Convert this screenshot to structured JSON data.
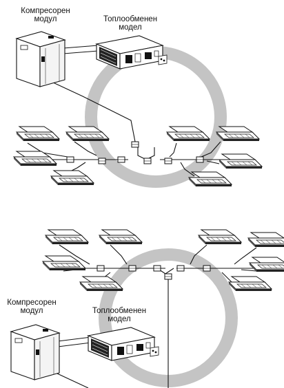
{
  "diagram_top": {
    "compressor_label_line1": "Компресорен",
    "compressor_label_line2": "модул",
    "exchanger_label_line1": "Топлообменен",
    "exchanger_label_line2": "модел"
  },
  "diagram_bottom": {
    "compressor_label_line1": "Компресорен",
    "compressor_label_line2": "модул",
    "exchanger_label_line1": "Топлообменен",
    "exchanger_label_line2": "модел"
  },
  "colors": {
    "ring": "#c4c4c4",
    "line": "#111111",
    "unit_fill": "#ffffff"
  },
  "icons": [
    "compressor-module-icon",
    "heat-exchanger-module-icon",
    "cassette-indoor-unit-icon",
    "refnet-joint-icon"
  ]
}
